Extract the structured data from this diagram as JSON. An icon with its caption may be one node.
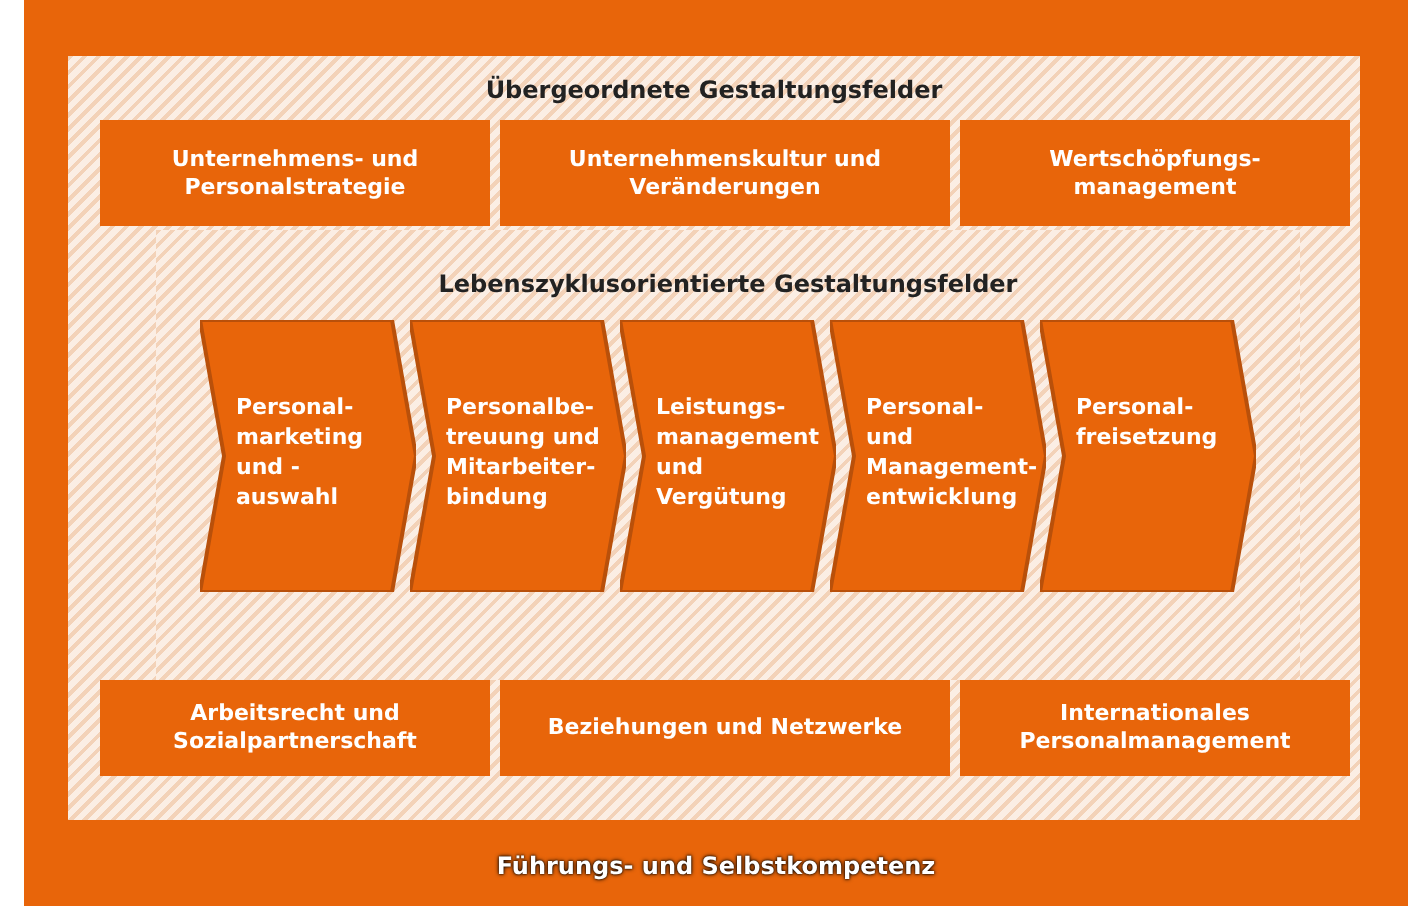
{
  "diagram": {
    "nodes": [
      {
        "text": [
          "Führungs- und Selbstkompetenz"
        ]
      },
      {
        "text": [
          "Übergeordnete Gestaltungsfelder"
        ],
        "in": 0
      },
      {
        "text": [
          "Unternehmens- und Personalstrategie"
        ],
        "in": 1
      },
      {
        "text": [
          "Unternehmenskultur und Veränderungen"
        ],
        "in": 1
      },
      {
        "text": [
          "Wertschöpfungs- management"
        ],
        "in": 1
      },
      {
        "text": [
          "Lebenszyklusorientierte Gestaltungsfelder"
        ],
        "in": 1
      },
      {
        "text": [
          "Personal- marketing und -auswahl"
        ],
        "in": 5
      },
      {
        "text": [
          "Personalbe- treuung und Mitarbeiter- bindung"
        ],
        "in": 5
      },
      {
        "text": [
          "Leistungs- management und Vergütung"
        ],
        "in": 5
      },
      {
        "text": [
          "Personal- und Management- entwicklung"
        ],
        "in": 5
      },
      {
        "text": [
          "Personal- freisetzung"
        ],
        "in": 5
      },
      {
        "text": [
          "Arbeitsrecht und Sozialpartnerschaft"
        ],
        "in": 1
      },
      {
        "text": [
          "Beziehungen und Netzwerke"
        ],
        "in": 1
      },
      {
        "text": [
          "Internationales Personalmanagement"
        ],
        "in": 1
      }
    ]
  }
}
